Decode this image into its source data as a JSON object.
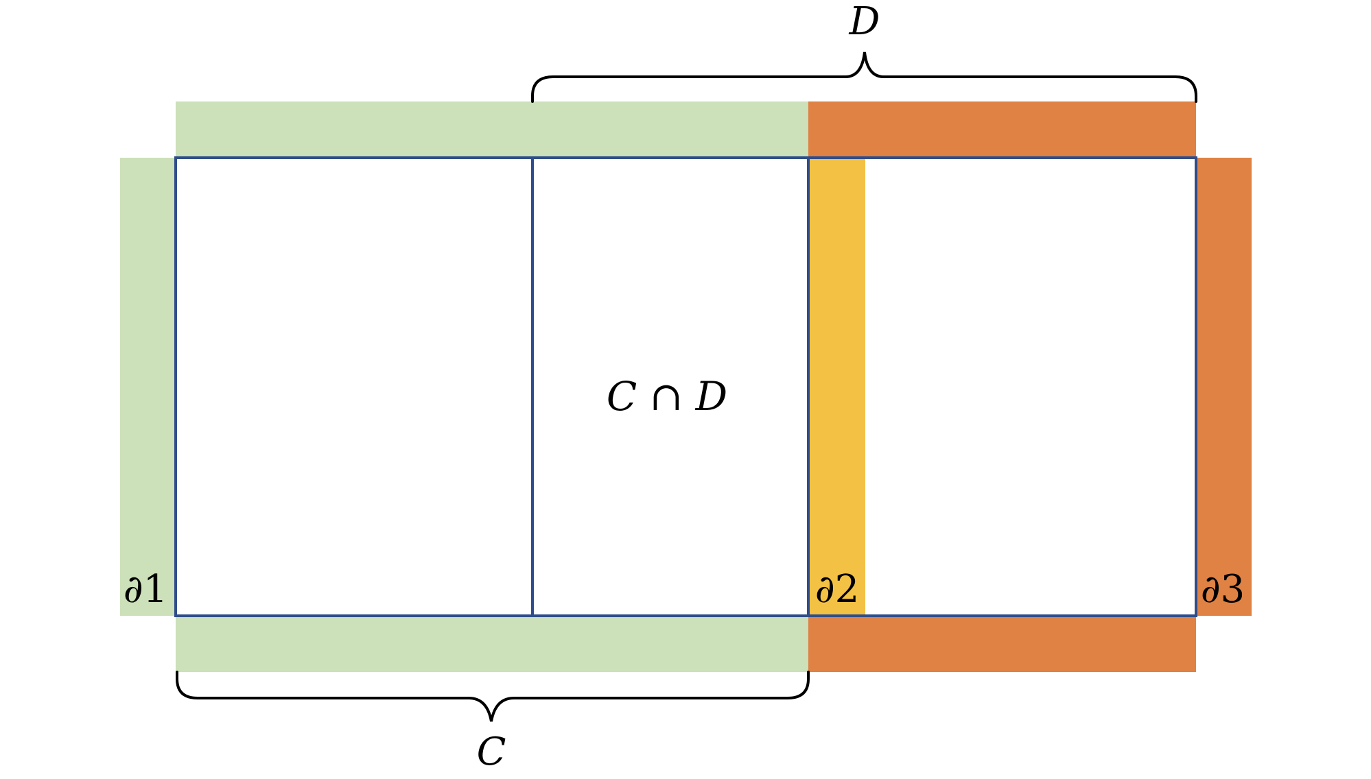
{
  "colors": {
    "green_region": "#cce0b9",
    "orange_region": "#df8244",
    "yellow_strip": "#f3c244",
    "grid_outline": "#2f4d8a",
    "brace": "#000000",
    "background": "#ffffff"
  },
  "labels": {
    "top_brace": "D",
    "bottom_brace": "C",
    "intersection": "C ∩ D",
    "boundary_1": "∂1",
    "boundary_2": "∂2",
    "boundary_3": "∂3"
  }
}
